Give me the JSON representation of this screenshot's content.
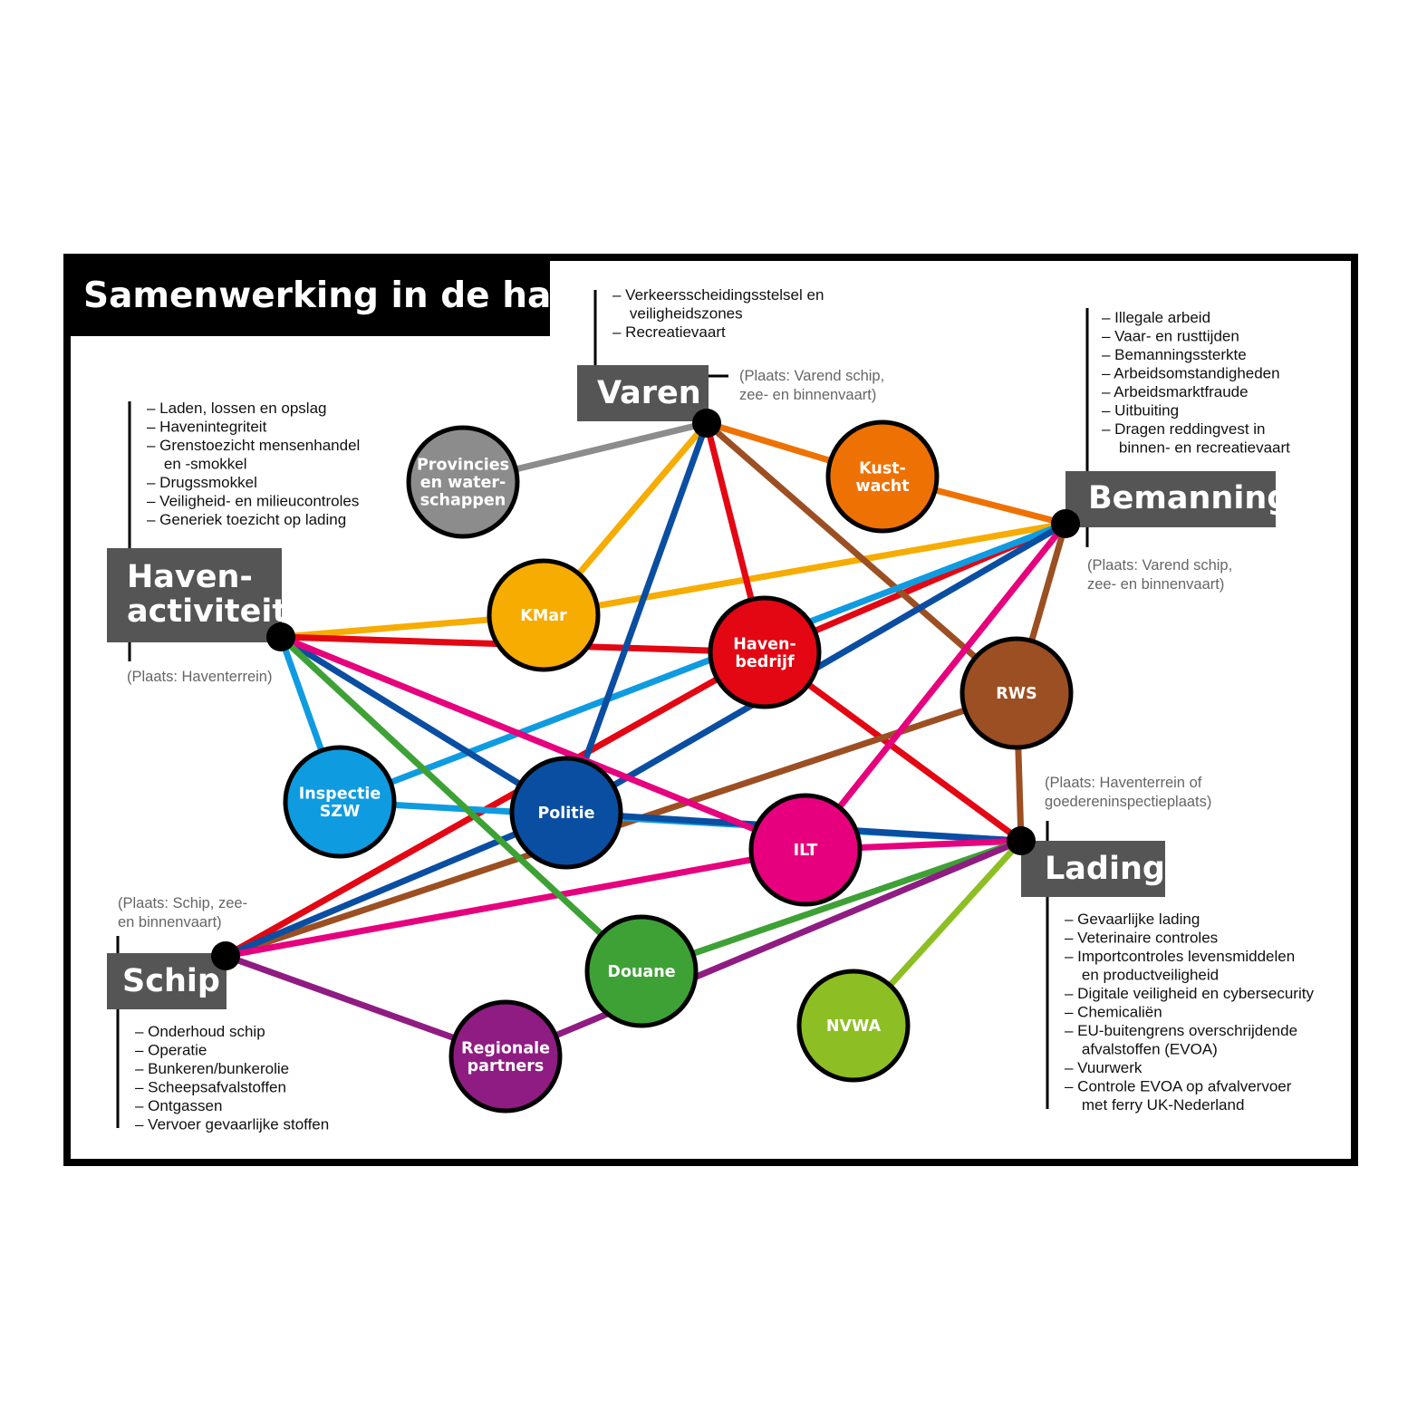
{
  "title": "Samenwerking in de haven",
  "hubs": {
    "varen": {
      "label": [
        "Varen"
      ],
      "items": [
        "– Verkeersscheidingsstelsel en",
        "   veiligheidszones",
        "– Recreatievaart"
      ],
      "place": [
        "(Plaats: Varend schip,",
        "zee- en binnenvaart)"
      ]
    },
    "bemanning": {
      "label": [
        "Bemanning"
      ],
      "items": [
        "– Illegale arbeid",
        "– Vaar- en rusttijden",
        "– Bemanningssterkte",
        "– Arbeidsomstandigheden",
        "– Arbeidsmarktfraude",
        "– Uitbuiting",
        "– Dragen reddingvest in",
        "   binnen- en recreatievaart"
      ],
      "place": [
        "(Plaats: Varend schip,",
        "zee- en binnenvaart)"
      ]
    },
    "havenactiviteit": {
      "label": [
        "Haven-",
        "activiteit"
      ],
      "items": [
        "– Laden, lossen en opslag",
        "– Havenintegriteit",
        "– Grenstoezicht mensenhandel",
        "   en -smokkel",
        "– Drugssmokkel",
        "– Veiligheid- en milieucontroles",
        "– Generiek toezicht op lading"
      ],
      "place": [
        "(Plaats: Haventerrein)"
      ]
    },
    "lading": {
      "label": [
        "Lading"
      ],
      "items": [
        "– Gevaarlijke lading",
        "– Veterinaire controles",
        "– Importcontroles levensmiddelen",
        "   en productveiligheid",
        "– Digitale veiligheid en cybersecurity",
        "– Chemicaliën",
        "– EU-buitengrens overschrijdende",
        "   afvalstoffen (EVOA)",
        "– Vuurwerk",
        "– Controle EVOA op afvalvervoer",
        "   met ferry UK-Nederland"
      ],
      "place": [
        "(Plaats: Haventerrein of",
        "goedereninspectieplaats)"
      ]
    },
    "schip": {
      "label": [
        "Schip"
      ],
      "items": [
        "– Onderhoud schip",
        "– Operatie",
        "– Bunkeren/bunkerolie",
        "– Scheepsafvalstoffen",
        "– Ontgassen",
        "– Vervoer gevaarlijke stoffen"
      ],
      "place": [
        "(Plaats: Schip, zee-",
        "en binnenvaart)"
      ]
    }
  },
  "agencies": [
    {
      "id": "provincies",
      "label": [
        "Provincies",
        "en water-",
        "schappen"
      ],
      "color": "#8c8c8c"
    },
    {
      "id": "kustwacht",
      "label": [
        "Kust-",
        "wacht"
      ],
      "color": "#ee7203"
    },
    {
      "id": "kmar",
      "label": [
        "KMar"
      ],
      "color": "#f6ac00"
    },
    {
      "id": "havenbedrijf",
      "label": [
        "Haven-",
        "bedrijf"
      ],
      "color": "#e30613"
    },
    {
      "id": "rws",
      "label": [
        "RWS"
      ],
      "color": "#9c4f22"
    },
    {
      "id": "inspectie_szw",
      "label": [
        "Inspectie",
        "SZW"
      ],
      "color": "#0f9be0"
    },
    {
      "id": "politie",
      "label": [
        "Politie"
      ],
      "color": "#0a4ea2"
    },
    {
      "id": "ilt",
      "label": [
        "ILT"
      ],
      "color": "#e6007e"
    },
    {
      "id": "douane",
      "label": [
        "Douane"
      ],
      "color": "#3ea136"
    },
    {
      "id": "nvwa",
      "label": [
        "NVWA"
      ],
      "color": "#8dbf24"
    },
    {
      "id": "regionale_partners",
      "label": [
        "Regionale",
        "partners"
      ],
      "color": "#8f1c82"
    }
  ],
  "connections": [
    {
      "agency": "provincies",
      "hub": "varen"
    },
    {
      "agency": "kustwacht",
      "hub": "varen"
    },
    {
      "agency": "kustwacht",
      "hub": "bemanning"
    },
    {
      "agency": "kmar",
      "hub": "varen"
    },
    {
      "agency": "kmar",
      "hub": "bemanning"
    },
    {
      "agency": "kmar",
      "hub": "havenactiviteit"
    },
    {
      "agency": "havenbedrijf",
      "hub": "varen"
    },
    {
      "agency": "havenbedrijf",
      "hub": "bemanning"
    },
    {
      "agency": "havenbedrijf",
      "hub": "havenactiviteit"
    },
    {
      "agency": "havenbedrijf",
      "hub": "lading"
    },
    {
      "agency": "havenbedrijf",
      "hub": "schip"
    },
    {
      "agency": "rws",
      "hub": "varen"
    },
    {
      "agency": "rws",
      "hub": "bemanning"
    },
    {
      "agency": "rws",
      "hub": "lading"
    },
    {
      "agency": "rws",
      "hub": "schip"
    },
    {
      "agency": "inspectie_szw",
      "hub": "havenactiviteit"
    },
    {
      "agency": "inspectie_szw",
      "hub": "bemanning"
    },
    {
      "agency": "inspectie_szw",
      "hub": "lading"
    },
    {
      "agency": "politie",
      "hub": "varen"
    },
    {
      "agency": "politie",
      "hub": "bemanning"
    },
    {
      "agency": "politie",
      "hub": "havenactiviteit"
    },
    {
      "agency": "politie",
      "hub": "lading"
    },
    {
      "agency": "politie",
      "hub": "schip"
    },
    {
      "agency": "ilt",
      "hub": "bemanning"
    },
    {
      "agency": "ilt",
      "hub": "havenactiviteit"
    },
    {
      "agency": "ilt",
      "hub": "lading"
    },
    {
      "agency": "ilt",
      "hub": "schip"
    },
    {
      "agency": "douane",
      "hub": "havenactiviteit"
    },
    {
      "agency": "douane",
      "hub": "lading"
    },
    {
      "agency": "nvwa",
      "hub": "lading"
    },
    {
      "agency": "regionale_partners",
      "hub": "schip"
    },
    {
      "agency": "regionale_partners",
      "hub": "lading"
    }
  ]
}
